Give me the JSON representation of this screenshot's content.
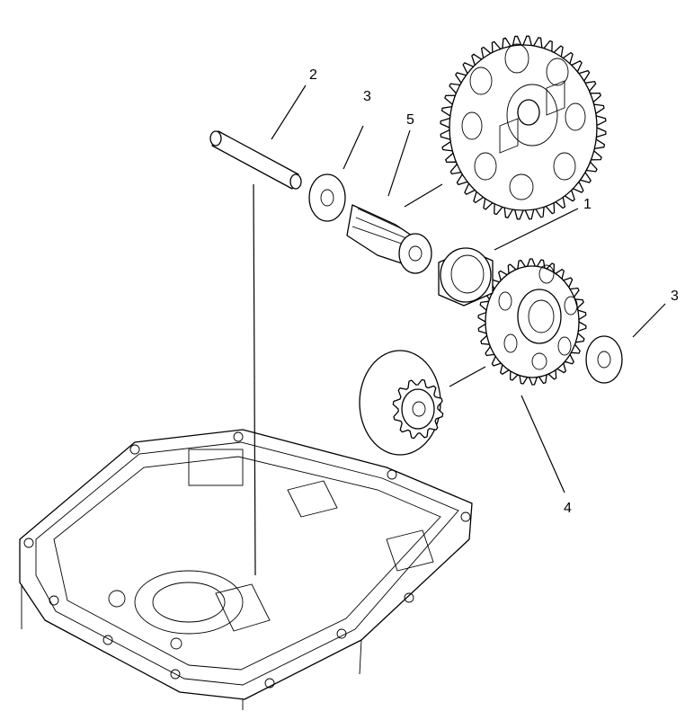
{
  "callouts": [
    {
      "id": "c1",
      "label": "1"
    },
    {
      "id": "c2",
      "label": "2"
    },
    {
      "id": "c3a",
      "label": "3"
    },
    {
      "id": "c3b",
      "label": "3"
    },
    {
      "id": "c4",
      "label": "4"
    },
    {
      "id": "c5",
      "label": "5"
    }
  ],
  "colors": {
    "line": "#000000",
    "background": "#ffffff"
  }
}
